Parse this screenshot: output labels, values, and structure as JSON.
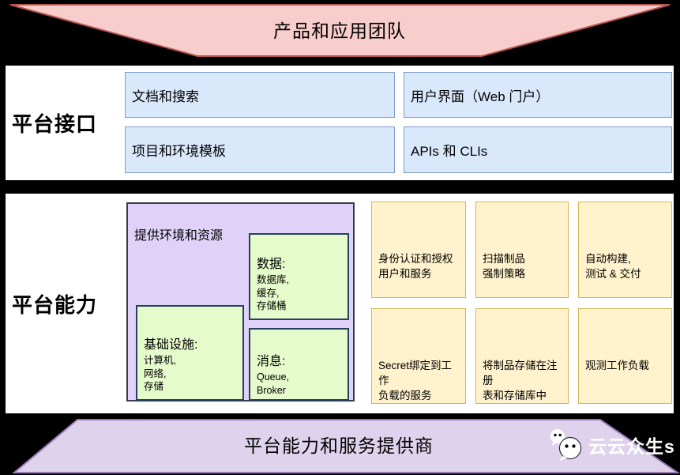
{
  "colors": {
    "pink": "#F8CECC",
    "pink_border": "#B85450",
    "blue": "#DAE8FC",
    "blue_border": "#7D9CC9",
    "purple": "#DFD1F7",
    "purple_border": "#3D3A4E",
    "green": "#E6FBCB",
    "green_border": "#27415C",
    "yellow": "#FFF2CC",
    "yellow_border": "#D6B656",
    "lavender": "#DED2EC",
    "lavender_border": "#9B7BB5"
  },
  "top_banner": {
    "label": "产品和应用团队"
  },
  "interface_section": {
    "label": "平台接口",
    "boxes": [
      {
        "label": "文档和搜索"
      },
      {
        "label": "项目和环境模板"
      },
      {
        "label": "用户界面（Web 门户）"
      },
      {
        "label": "APIs 和 CLIs"
      }
    ]
  },
  "capability_section": {
    "label": "平台能力",
    "provision": {
      "label": "提供环境和资源",
      "data_box": {
        "title": "数据:",
        "items": [
          "数据库,",
          "缓存,",
          "存储桶"
        ]
      },
      "infra_box": {
        "title": "基础设施:",
        "items": [
          "计算机,",
          "网络,",
          "存储"
        ]
      },
      "message_box": {
        "title": "消息:",
        "items": [
          "Queue,",
          "Broker"
        ]
      }
    },
    "cards": [
      {
        "line1": "身份认证和授权",
        "line2": "用户和服务"
      },
      {
        "line1": "扫描制品",
        "line2": "强制策略"
      },
      {
        "line1": "自动构建,",
        "line2": "测试 & 交付"
      },
      {
        "line1": "Secret绑定到工作",
        "line2": "负载的服务"
      },
      {
        "line1": "将制品存储在注册",
        "line2": "表和存储库中"
      },
      {
        "line1": "观测工作负载",
        "line2": ""
      }
    ]
  },
  "bottom_banner": {
    "label": "平台能力和服务提供商"
  },
  "watermark": {
    "label": "云云众生s"
  }
}
